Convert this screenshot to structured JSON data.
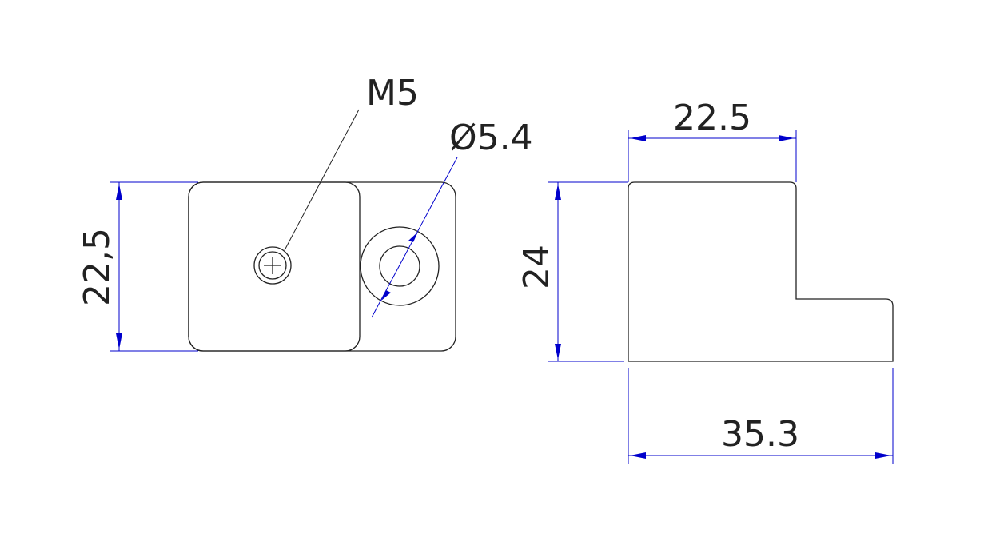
{
  "colors": {
    "outline": "#222222",
    "dimension": "#0000cc",
    "background": "#ffffff"
  },
  "labels": {
    "thread": "M5",
    "hole_diameter": "Ø5.4",
    "front_height": "22,5",
    "side_top_width": "22.5",
    "side_height": "24",
    "side_total_width": "35.3"
  }
}
